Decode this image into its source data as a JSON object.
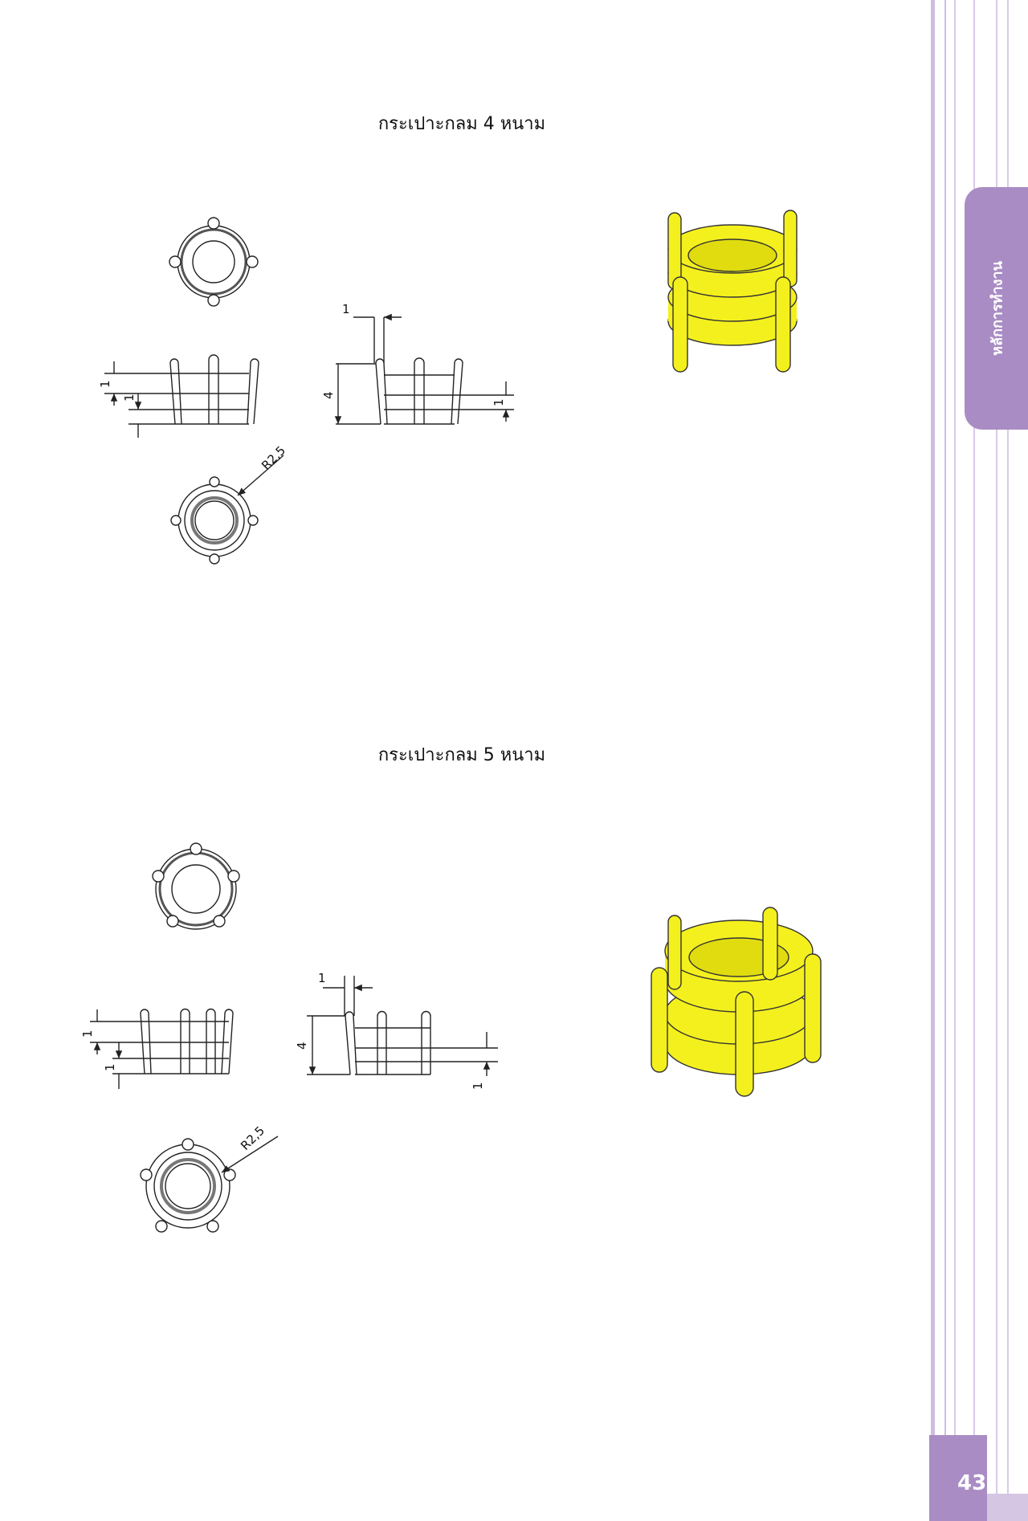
{
  "sections": [
    {
      "title": "กระเปาะกลม 4 หนาม",
      "dims": {
        "top_gap": "1",
        "height": "4",
        "left_a": "1",
        "left_b": "1",
        "right": "1",
        "radius": "R2,5"
      }
    },
    {
      "title": "กระเปาะกลม 5 หนาม",
      "dims": {
        "top_gap": "1",
        "height": "4",
        "left_a": "1",
        "left_b": "1",
        "right": "1",
        "radius": "R2,5"
      }
    }
  ],
  "side_tab": {
    "label": "หลักการทำงาน"
  },
  "page": {
    "number": "43"
  },
  "colors": {
    "accent": "#a98cc4",
    "model": "#f4f01e"
  }
}
